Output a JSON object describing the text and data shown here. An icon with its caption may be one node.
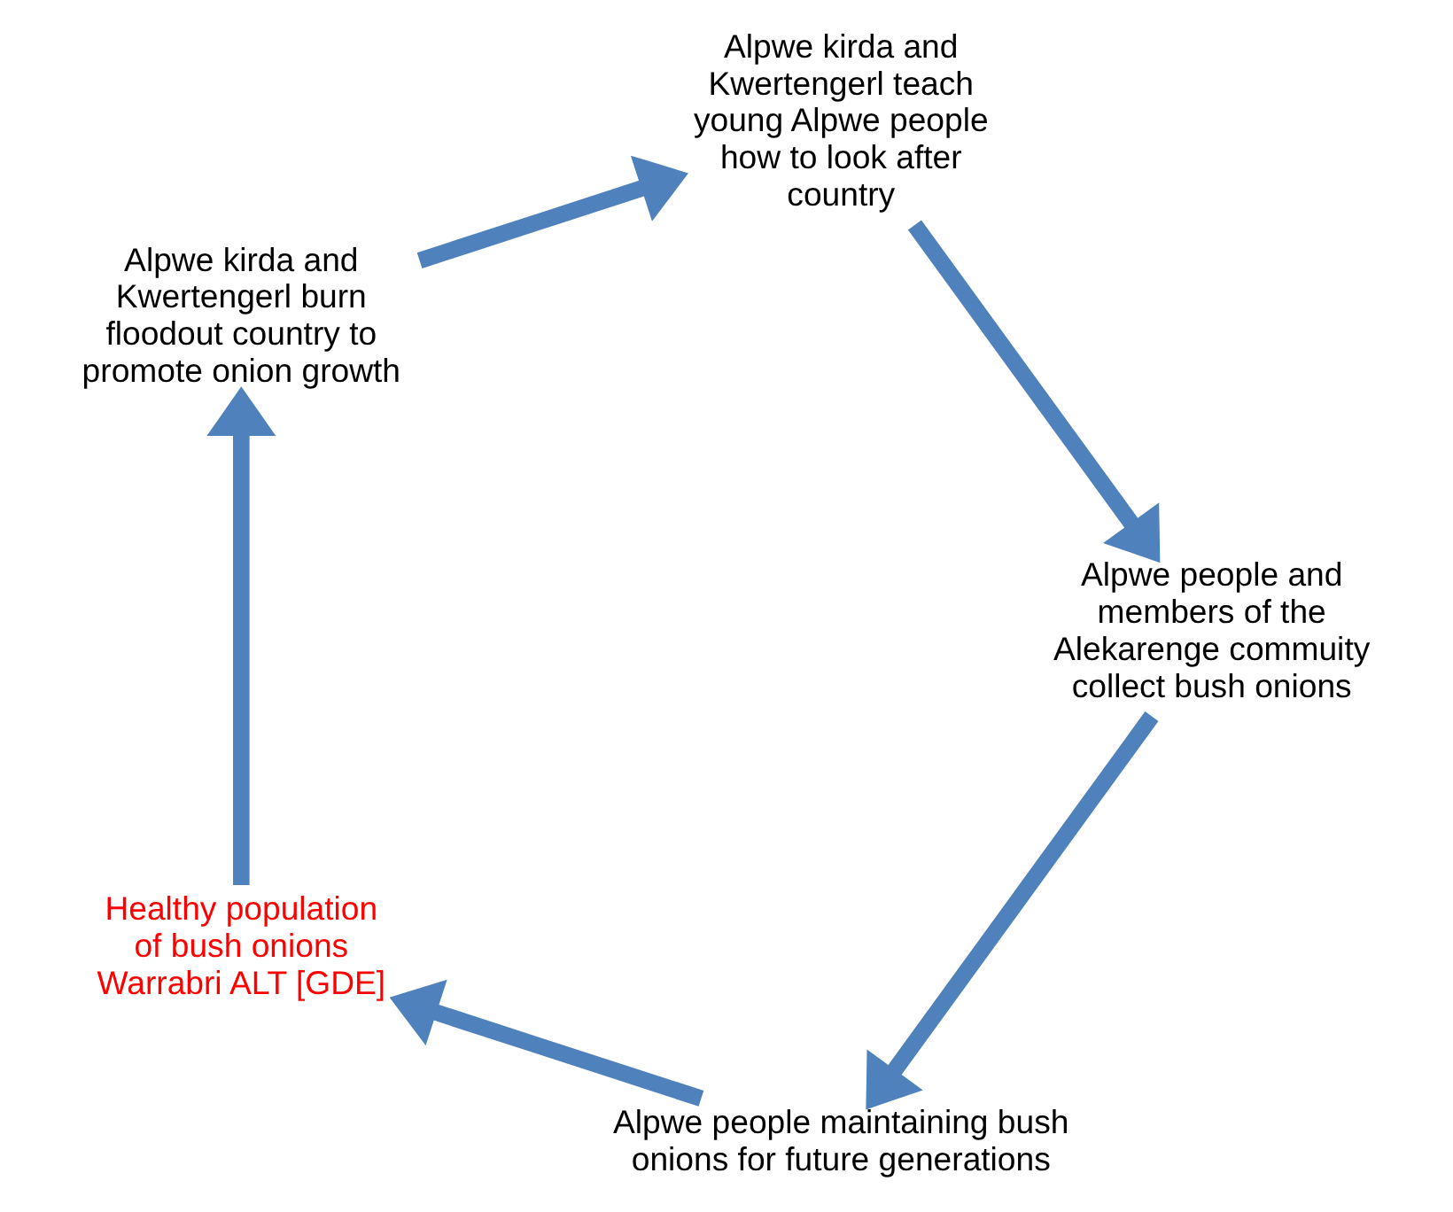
{
  "diagram": {
    "nodes": [
      {
        "text": [
          "Alpwe people maintaining bush onions for future generations"
        ]
      },
      {
        "text": [
          "Healthy population of bush onions Warrabri ALT [GDE]"
        ]
      },
      {
        "text": [
          "Alpwe kirda and Kwertengerl burn floodout country to promote onion growth"
        ]
      },
      {
        "text": [
          "Alpwe kirda and Kwertengerl teach young Alpwe people how to look after country"
        ]
      },
      {
        "text": [
          "Alpwe people and members of the Alekarenge commuity collect bush onions"
        ]
      }
    ],
    "edges": [
      {
        "from": 0,
        "to": 1,
        "arrow": "to"
      },
      {
        "from": 1,
        "to": 2,
        "arrow": "to"
      },
      {
        "from": 2,
        "to": 3,
        "arrow": "to"
      },
      {
        "from": 3,
        "to": 4,
        "arrow": "to"
      },
      {
        "from": 4,
        "to": 0,
        "arrow": "to"
      }
    ]
  }
}
